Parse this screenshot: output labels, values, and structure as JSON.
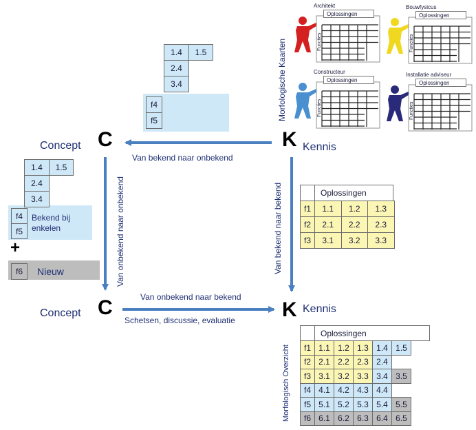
{
  "nodes": {
    "concept_top": {
      "letter": "C",
      "label": "Concept"
    },
    "kennis_top": {
      "letter": "K",
      "label": "Kennis"
    },
    "concept_bottom": {
      "letter": "C",
      "label": "Concept"
    },
    "kennis_bottom": {
      "letter": "K",
      "label": "Kennis"
    }
  },
  "arrows": {
    "top": "Van bekend naar onbekend",
    "left": "Van onbekend naar onbekend",
    "right": "Van bekend naar bekend",
    "bottom_above": "Van onbekend naar bekend",
    "bottom_below": "Schetsen, discussie, evaluatie"
  },
  "morph_maps": {
    "side_label": "Morfologische Kaarten",
    "roles": [
      {
        "title": "Architekt",
        "color": "#d42020"
      },
      {
        "title": "Bouwfysicus",
        "color": "#f0d820"
      },
      {
        "title": "Constructeur",
        "color": "#4a90d0"
      },
      {
        "title": "Installatie adviseur",
        "color": "#2a2a7a"
      }
    ],
    "header": "Oplossingen",
    "row_label": "Functies"
  },
  "top_concept_table": {
    "row1": [
      "1.4",
      "1.5"
    ],
    "row2": [
      "2.4"
    ],
    "row3": [
      "3.4"
    ],
    "f4": "f4",
    "f5": "f5"
  },
  "left_concept_table": {
    "row1": [
      "1.4",
      "1.5"
    ],
    "row2": [
      "2.4"
    ],
    "row3": [
      "3.4"
    ],
    "f4": "f4",
    "f5": "f5",
    "known_label": "Bekend bij enkelen",
    "plus": "+",
    "f6": "f6",
    "new_label": "Nieuw"
  },
  "knowledge_table": {
    "header": "Oplossingen",
    "rows": [
      {
        "f": "f1",
        "cells": [
          "1.1",
          "1.2",
          "1.3"
        ]
      },
      {
        "f": "f2",
        "cells": [
          "2.1",
          "2.2",
          "2.3"
        ]
      },
      {
        "f": "f3",
        "cells": [
          "3.1",
          "3.2",
          "3.3"
        ]
      }
    ]
  },
  "overview_table": {
    "side_label": "Morfologisch Overzicht",
    "header": "Oplossingen",
    "rows": [
      {
        "f": "f1",
        "cells": [
          "1.1",
          "1.2",
          "1.3",
          "1.4",
          "1.5"
        ],
        "colors": [
          "yellow",
          "yellow",
          "yellow",
          "blue",
          "blue"
        ]
      },
      {
        "f": "f2",
        "cells": [
          "2.1",
          "2.2",
          "2.3",
          "2.4",
          ""
        ],
        "colors": [
          "yellow",
          "yellow",
          "yellow",
          "blue",
          "none"
        ]
      },
      {
        "f": "f3",
        "cells": [
          "3.1",
          "3.2",
          "3.3",
          "3.4",
          "3.5"
        ],
        "colors": [
          "yellow",
          "yellow",
          "yellow",
          "blue",
          "grey"
        ]
      },
      {
        "f": "f4",
        "cells": [
          "4.1",
          "4.2",
          "4.3",
          "4.4",
          ""
        ],
        "colors": [
          "blue",
          "blue",
          "blue",
          "blue",
          "none"
        ]
      },
      {
        "f": "f5",
        "cells": [
          "5.1",
          "5.2",
          "5.3",
          "5.4",
          "5.5"
        ],
        "colors": [
          "blue",
          "blue",
          "blue",
          "blue",
          "grey"
        ]
      },
      {
        "f": "f6",
        "cells": [
          "6.1",
          "6.2",
          "6.3",
          "6.4",
          "6.5"
        ],
        "colors": [
          "grey",
          "grey",
          "grey",
          "grey",
          "grey"
        ]
      }
    ],
    "f_colors": [
      "yellow",
      "yellow",
      "yellow",
      "blue",
      "blue",
      "grey"
    ]
  },
  "colors": {
    "arrow": "#4a7fc0",
    "text": "#1f2f73",
    "blue_cell": "#cfe8f7",
    "yellow_cell": "#fbf6b4",
    "grey_cell": "#bdbdbd"
  }
}
